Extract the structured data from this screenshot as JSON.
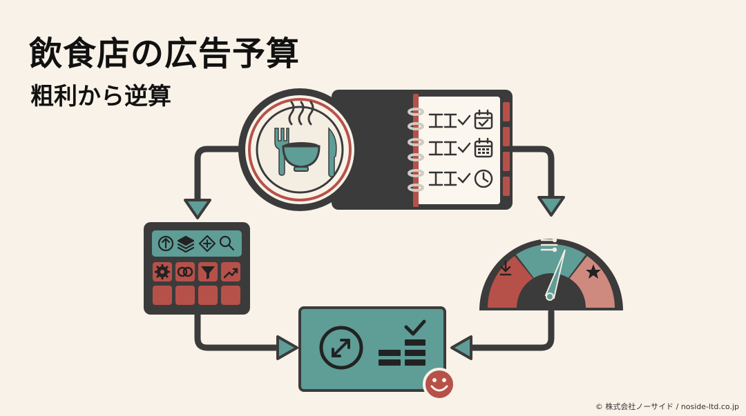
{
  "header": {
    "title": "飲食店の広告予算",
    "subtitle": "粗利から逆算"
  },
  "footer": {
    "copyright": "© 株式会社ノーサイド / noside-ltd.co.jp"
  },
  "colors": {
    "background": "#f8f2e8",
    "dark": "#3b3b3b",
    "teal": "#5f9d97",
    "red": "#b6514a",
    "salmon": "#cf8a80",
    "cream": "#fbf6ee"
  },
  "icons": {
    "plate": [
      "fork-icon",
      "steaming-bowl-icon",
      "knife-icon"
    ],
    "menu": [
      "checklist-icon",
      "calendar-check-icon",
      "calendar-icon",
      "clock-icon"
    ],
    "dashboard": [
      "upload-icon",
      "layers-icon",
      "compass-icon",
      "search-icon",
      "settings-icon",
      "overlap-icon",
      "filter-icon",
      "trend-up-icon"
    ],
    "gauge": [
      "download-icon",
      "sliders-icon",
      "star-icon",
      "needle-icon"
    ],
    "result": [
      "expand-icon",
      "check-icon",
      "stacked-bars-icon",
      "smiley-icon"
    ]
  }
}
